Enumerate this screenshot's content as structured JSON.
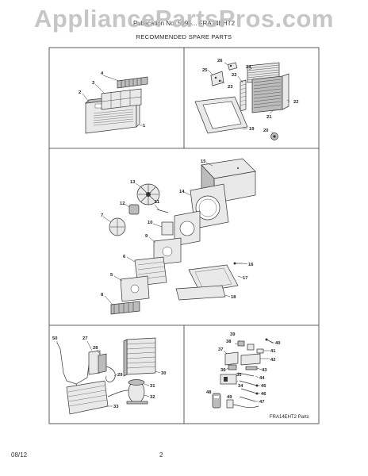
{
  "watermark": "AppliancePartsPros.com",
  "header_fragment": "Publication No. 5995...   FRA14EHT2",
  "subtitle": "RECOMMENDED SPARE PARTS",
  "panels": {
    "top_left": [
      "1",
      "2",
      "3",
      "4"
    ],
    "top_right": [
      "19",
      "20",
      "21",
      "22",
      "23",
      "24",
      "25",
      "26"
    ],
    "middle": [
      "5",
      "6",
      "7",
      "8",
      "9",
      "10",
      "11",
      "12",
      "13",
      "14",
      "15",
      "16",
      "17",
      "18"
    ],
    "bottom_left": [
      "27",
      "28",
      "29",
      "30",
      "31",
      "32",
      "33",
      "50"
    ],
    "bottom_right": [
      "34",
      "35",
      "36",
      "37",
      "38",
      "39",
      "40",
      "41",
      "42",
      "43",
      "44",
      "45",
      "46",
      "47",
      "48",
      "49"
    ]
  },
  "panel_caption": "FRA14EHT2 Parts",
  "footer": {
    "date": "08/12",
    "page": "2"
  }
}
